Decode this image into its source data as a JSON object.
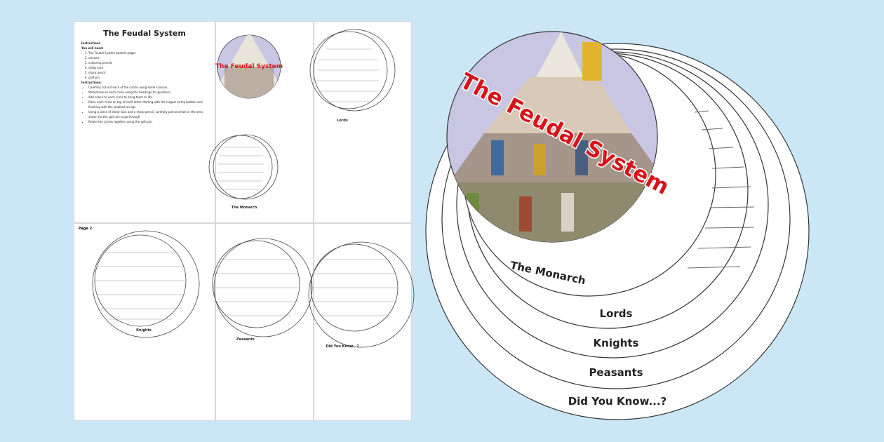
{
  "worksheet": {
    "title": "The Feudal System",
    "you_will_need_heading": "Instructions",
    "you_will_need": "You will need:",
    "materials": [
      "The Feudal System booklet pages",
      "scissors",
      "colouring pencils",
      "sticky tack",
      "sharp pencil",
      "split pin"
    ],
    "instructions_heading": "Instructions:",
    "instructions": [
      "Carefully cut out each of the circles using some scissors.",
      "Write/draw on each circle using the headings for guidance.",
      "Add colour to each circle to bring them to life.",
      "Place each circle on top of each other starting with the largest at the bottom and finishing with the smallest on top.",
      "Using a piece of sticky tack and a sharp pencil, carefully pierce a hole in the area shown for the split pin to go through.",
      "Fasten the circles together using the split pin."
    ],
    "page2_label": "Page 2",
    "circle_labels": [
      "The Monarch",
      "Lords",
      "Knights",
      "Peasants",
      "Did You Know...?"
    ],
    "cover_title": "The Feudal System"
  },
  "colors": {
    "background": "#cbe7f6",
    "title_red": "#d4161c",
    "cover_lavender": "#c9c6e4"
  }
}
